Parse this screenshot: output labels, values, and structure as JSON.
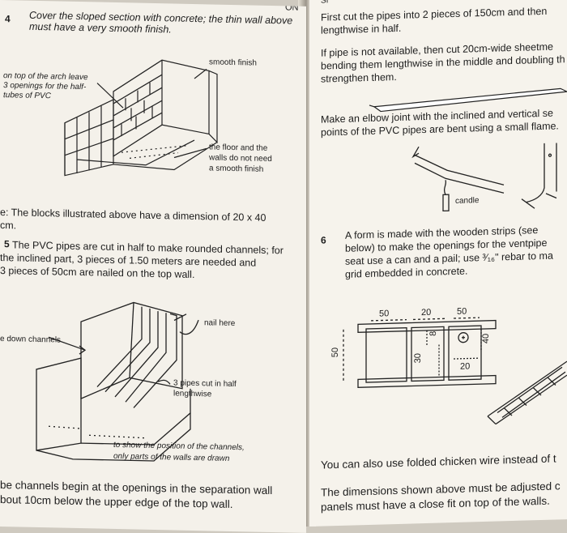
{
  "left_page": {
    "header_fragment": "ON",
    "step4": {
      "number": "4",
      "line1": "Cover the sloped section with concrete; the thin wall above",
      "line2": "must have a very smooth finish."
    },
    "fig1": {
      "label_arch": [
        "on top of the arch leave",
        "3 openings for the half-",
        "tubes of PVC"
      ],
      "label_smooth": "smooth finish",
      "label_floor": [
        "the floor and the",
        "walls do not need",
        "a smooth finish"
      ]
    },
    "note": {
      "line1": "e: The blocks illustrated above have a dimension of 20 x 40",
      "line2": "cm."
    },
    "step5": {
      "number": "5",
      "line1": "The PVC pipes are cut in half to make rounded channels; for",
      "line2": "the inclined part, 3 pieces of 1.50 meters are needed and",
      "line3": "3 pieces of 50cm are nailed on the top wall."
    },
    "fig2": {
      "label_nail": "nail here",
      "label_channels": "e down channels",
      "label_pipes": [
        "3 pipes cut in half",
        "lengthwise"
      ],
      "label_show": [
        "to show the position of the channels,",
        "only parts of the walls are drawn"
      ]
    },
    "bottom": {
      "line1": "be channels begin at the openings in the separation wall",
      "line2": "bout 10cm below the upper edge of the top wall."
    }
  },
  "right_page": {
    "header_fragment": "SI",
    "para1": [
      "First cut the pipes into 2 pieces of 150cm and then",
      "lengthwise in half."
    ],
    "para2": [
      "If pipe is not available, then cut 20cm-wide sheetme",
      "bending them lengthwise in the middle and doubling th",
      "strengthen them."
    ],
    "para3": [
      "Make an elbow joint with the inclined and vertical se",
      "points of the PVC pipes are bent using a small flame."
    ],
    "fig3_label": "candle",
    "step6": {
      "number": "6",
      "line1": "A form is made with the wooden strips (see",
      "line2": "below) to make the openings for the ventpipe",
      "line3": "seat use a can and a pail; use ³⁄₁₆\" rebar to ma",
      "line4": "grid embedded in concrete."
    },
    "fig4": {
      "dim_top": [
        "50",
        "20",
        "50"
      ],
      "dim_left": "50",
      "dim_30": "30",
      "dim_8": "8",
      "dim_40": "40",
      "dim_20": "20"
    },
    "para4": "You can also use folded chicken wire instead of t",
    "para5": [
      "The dimensions shown above must be adjusted c",
      "panels must have a close fit on top of the walls."
    ]
  }
}
